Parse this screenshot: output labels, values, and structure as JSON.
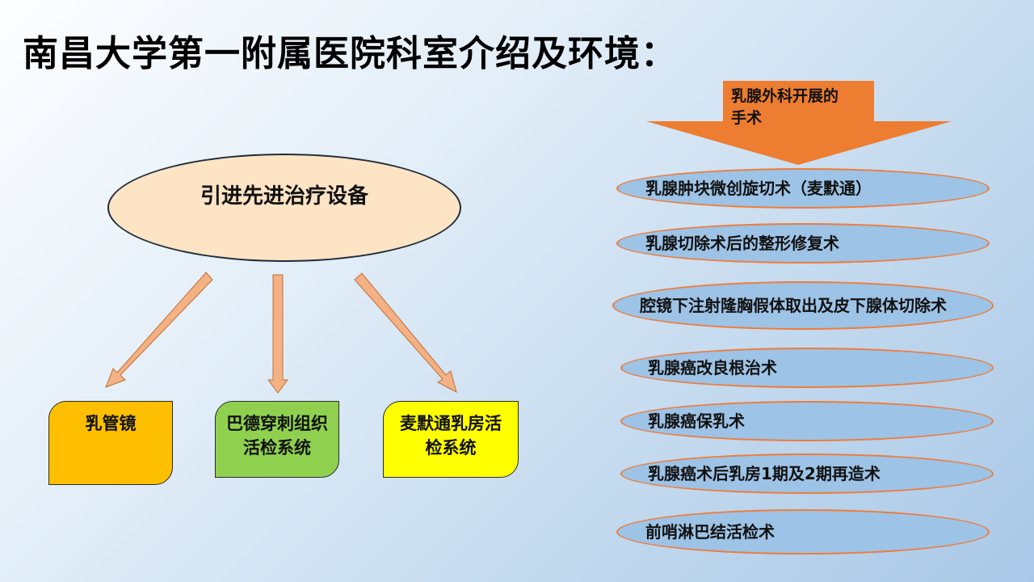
{
  "title": "南昌大学第一附属医院科室介绍及环境：",
  "equipment": {
    "label": "引进先进治疗设备",
    "items": [
      "乳管镜",
      "巴德穿刺组织活检系统",
      "麦默通乳房活检系统"
    ]
  },
  "surgeries": {
    "heading": "乳腺外科开展的手术",
    "items": [
      "乳腺肿块微创旋切术（麦默通）",
      "乳腺切除术后的整形修复术",
      "腔镜下注射隆胸假体取出及皮下腺体切除术",
      "乳腺癌改良根治术",
      "乳腺癌保乳术",
      "乳腺癌术后乳房1期及2期再造术",
      "前哨淋巴结活检术"
    ]
  },
  "colors": {
    "ellipse_fill": "#fce4c4",
    "arrow_fill": "#f4b183",
    "banner_fill": "#ed7d31",
    "pill_fill": "#9dc3e6",
    "pill_border": "#ee7c3b",
    "box1_fill": "#fdbf00",
    "box2_fill": "#8fd14f",
    "box3_fill": "#ffff00"
  }
}
